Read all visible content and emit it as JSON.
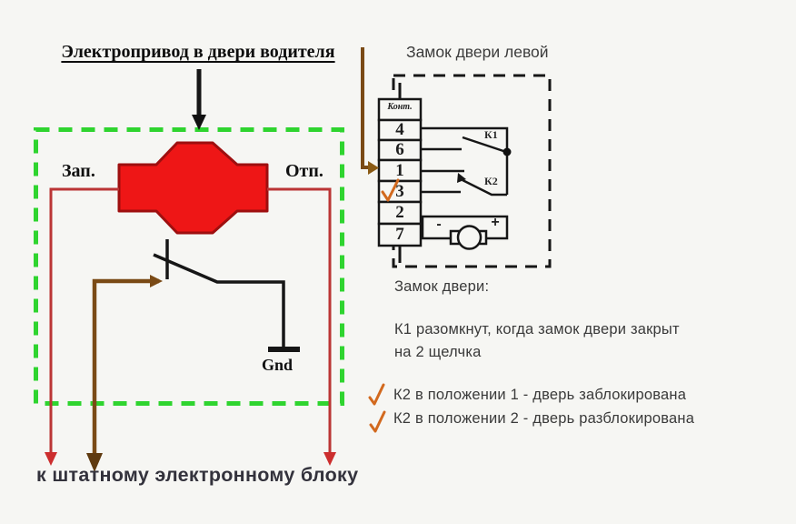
{
  "title": "Электропривод в двери водителя",
  "actuator": {
    "lock_label": "Зап.",
    "unlock_label": "Отп."
  },
  "ground_label": "Gnd",
  "bottom_label": "к штатному электронному блоку",
  "lock_unit": {
    "title": "Замок двери левой",
    "connector_header": "Конт.",
    "pins": [
      "4",
      "6",
      "1",
      "3",
      "2",
      "7"
    ],
    "k1_label": "К1",
    "k2_label": "К2",
    "motor_minus": "-",
    "motor_plus": "+"
  },
  "notes": {
    "heading": "Замок двери:",
    "k1_line1": "К1 разомкнут, когда замок двери закрыт",
    "k1_line2": "на 2 щелчка",
    "k2_position1": "К2 в положении 1 - дверь заблокирована",
    "k2_position2": "К2 в положении 2 - дверь разблокирована"
  },
  "colors": {
    "background": "#f6f6f3",
    "boundary-green": "#2fd42f",
    "wire-red": "#bb3535",
    "arrow-red": "#cc2e2e",
    "actuator-red": "#ee1616",
    "actuator-dark-red": "#9e0f0f",
    "wire-brown": "#7a4a15",
    "arrow-brown": "#5f3a10",
    "annotation-orange": "#d2691e",
    "line-black": "#161616"
  }
}
